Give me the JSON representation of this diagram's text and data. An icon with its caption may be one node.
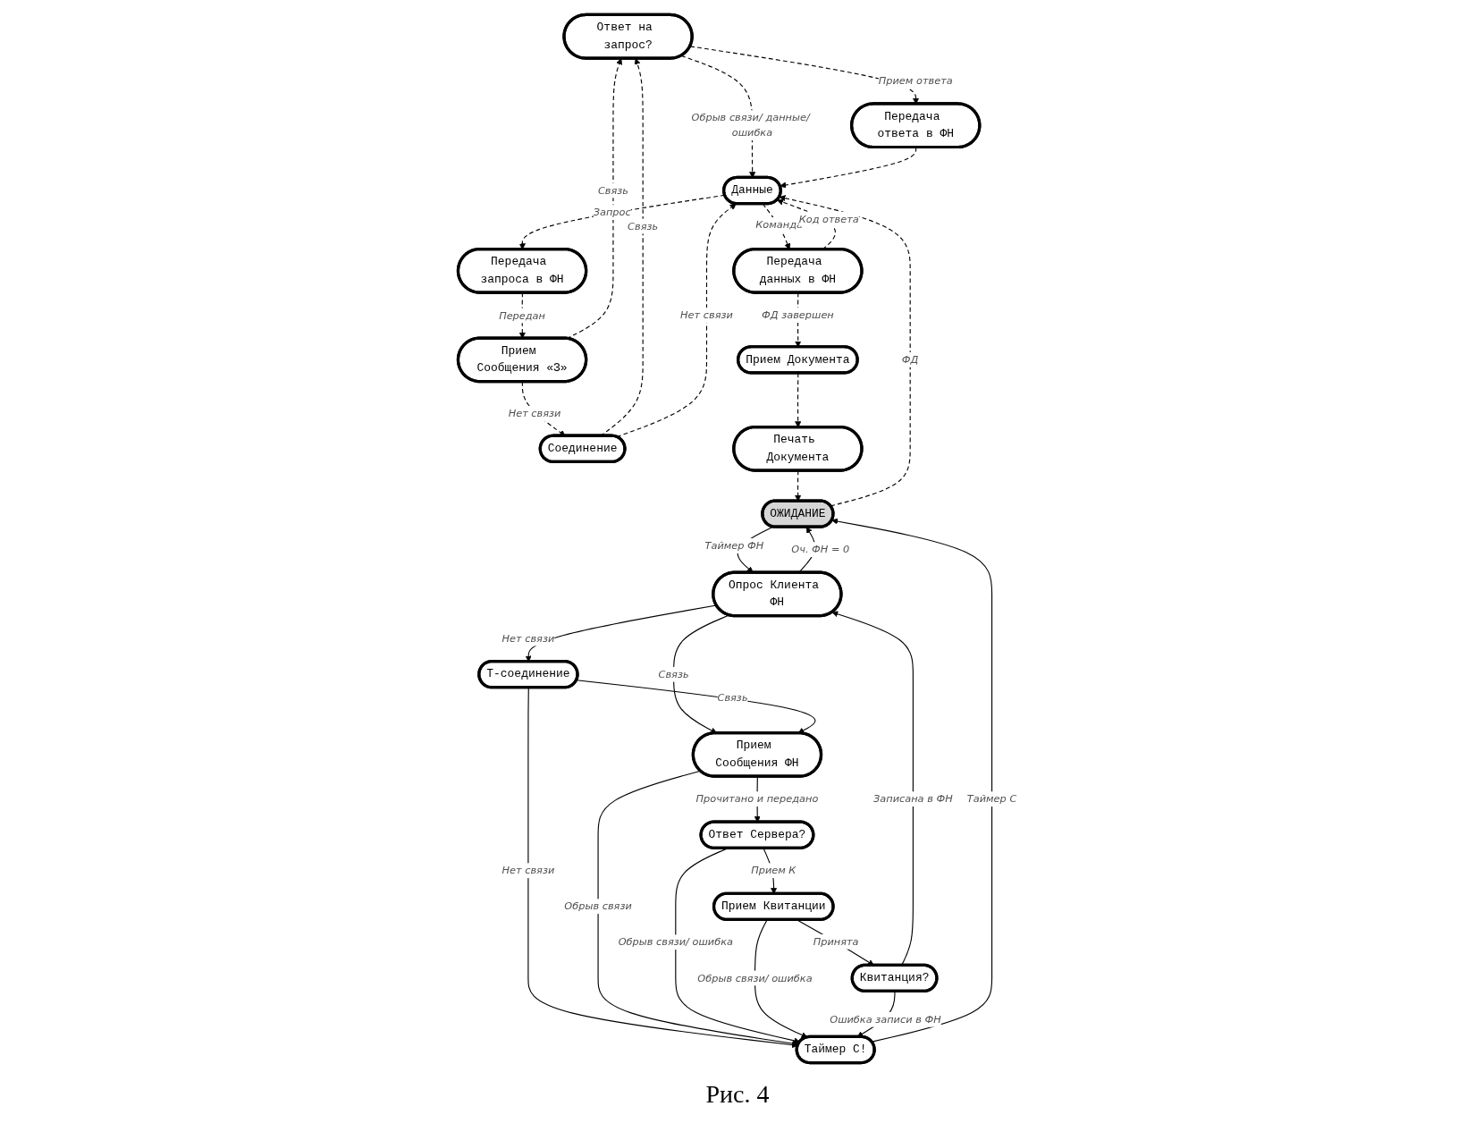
{
  "diagram": {
    "caption": "Рис. 4",
    "nodes": [
      {
        "text": [
          "Ответ на запрос?"
        ]
      },
      {
        "text": [
          "Соединение"
        ]
      },
      {
        "text": [
          "Передача ответа в ФН"
        ]
      },
      {
        "text": [
          "Прием Сообщения «З»"
        ]
      },
      {
        "text": [
          "Данные"
        ]
      },
      {
        "text": [
          "Передача запроса в ФН"
        ]
      },
      {
        "text": [
          "Передача данных в ФН"
        ]
      },
      {
        "text": [
          "ОЖИДАНИЕ"
        ]
      },
      {
        "text": [
          "Печать Документа"
        ]
      },
      {
        "text": [
          "Прием Документа"
        ]
      },
      {
        "text": [
          "Опрос Клиента ФН"
        ]
      },
      {
        "text": [
          "Т-соединение"
        ]
      },
      {
        "text": [
          "Прием Сообщения ФН"
        ]
      },
      {
        "text": [
          "Таймер С!"
        ]
      },
      {
        "text": [
          "Ответ Сервера?"
        ]
      },
      {
        "text": [
          "Прием Квитанции"
        ]
      },
      {
        "text": [
          "Квитанция?"
        ]
      }
    ],
    "edges": [
      {
        "from": 4,
        "to": 5,
        "arrow": "to",
        "label": "Запрос",
        "style": "dashed"
      },
      {
        "from": 5,
        "to": 3,
        "arrow": "to",
        "label": "Передан",
        "style": "dashed"
      },
      {
        "from": 3,
        "to": 1,
        "arrow": "to",
        "label": "Нет связи",
        "style": "dashed"
      },
      {
        "from": 3,
        "to": 0,
        "arrow": "to",
        "label": "Связь",
        "style": "dashed"
      },
      {
        "from": 1,
        "to": 0,
        "arrow": "to",
        "label": "Связь",
        "style": "dashed"
      },
      {
        "from": 1,
        "to": 4,
        "arrow": "to",
        "label": "Нет связи",
        "style": "dashed"
      },
      {
        "from": 0,
        "to": 4,
        "arrow": "to",
        "label": "Обрыв связи/ данные/ ошибка",
        "style": "dashed"
      },
      {
        "from": 0,
        "to": 2,
        "arrow": "to",
        "label": "Прием ответа",
        "style": "dashed"
      },
      {
        "from": 2,
        "to": 4,
        "arrow": "to",
        "style": "dashed"
      },
      {
        "from": 7,
        "to": 4,
        "arrow": "to",
        "label": "ФД",
        "style": "dashed"
      },
      {
        "from": 4,
        "to": 6,
        "arrow": "to",
        "label": "Команда",
        "style": "dashed"
      },
      {
        "from": 6,
        "to": 4,
        "arrow": "to",
        "label": "Код ответа",
        "style": "dashed"
      },
      {
        "from": 6,
        "to": 9,
        "arrow": "to",
        "label": "ФД завершен",
        "style": "dashed"
      },
      {
        "from": 9,
        "to": 8,
        "arrow": "to",
        "style": "dashed"
      },
      {
        "from": 8,
        "to": 7,
        "arrow": "to",
        "style": "dashed"
      },
      {
        "from": 7,
        "to": 10,
        "arrow": "to",
        "label": "Таймер ФН"
      },
      {
        "from": 10,
        "to": 7,
        "arrow": "to",
        "label": "Оч. ФН = 0"
      },
      {
        "from": 10,
        "to": 11,
        "arrow": "to",
        "label": "Нет связи"
      },
      {
        "from": 10,
        "to": 12,
        "arrow": "to",
        "label": "Связь"
      },
      {
        "from": 11,
        "to": 12,
        "arrow": "to",
        "label": "Связь"
      },
      {
        "from": 11,
        "to": 13,
        "arrow": "to",
        "label": "Нет связи"
      },
      {
        "from": 12,
        "to": 13,
        "arrow": "to",
        "label": "Обрыв связи"
      },
      {
        "from": 12,
        "to": 14,
        "arrow": "to",
        "label": "Прочитано и передано"
      },
      {
        "from": 14,
        "to": 13,
        "arrow": "to",
        "label": "Обрыв связи/ ошибка"
      },
      {
        "from": 14,
        "to": 15,
        "arrow": "to",
        "label": "Прием К"
      },
      {
        "from": 15,
        "to": 13,
        "arrow": "to",
        "label": "Обрыв связи/ ошибка"
      },
      {
        "from": 15,
        "to": 16,
        "arrow": "to",
        "label": "Принята"
      },
      {
        "from": 16,
        "to": 10,
        "arrow": "to",
        "label": "Записана в ФН"
      },
      {
        "from": 16,
        "to": 13,
        "arrow": "to",
        "label": "Ошибка записи в ФН"
      },
      {
        "from": 13,
        "to": 7,
        "arrow": "to",
        "label": "Таймер С"
      }
    ]
  }
}
